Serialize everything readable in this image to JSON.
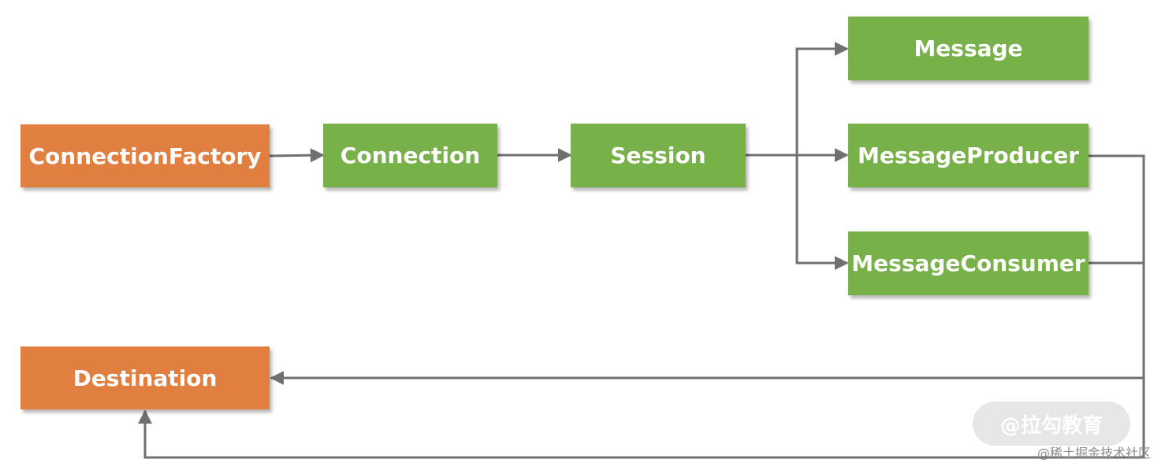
{
  "diagram": {
    "nodes": {
      "connection_factory": "ConnectionFactory",
      "connection": "Connection",
      "session": "Session",
      "message": "Message",
      "message_producer": "MessageProducer",
      "message_consumer": "MessageConsumer",
      "destination": "Destination"
    },
    "colors": {
      "orange": "#e07f3f",
      "green": "#78b04a",
      "connector": "#707070"
    }
  },
  "watermarks": {
    "pill": "@拉勾教育",
    "corner": "@稀土掘金技术社区"
  }
}
